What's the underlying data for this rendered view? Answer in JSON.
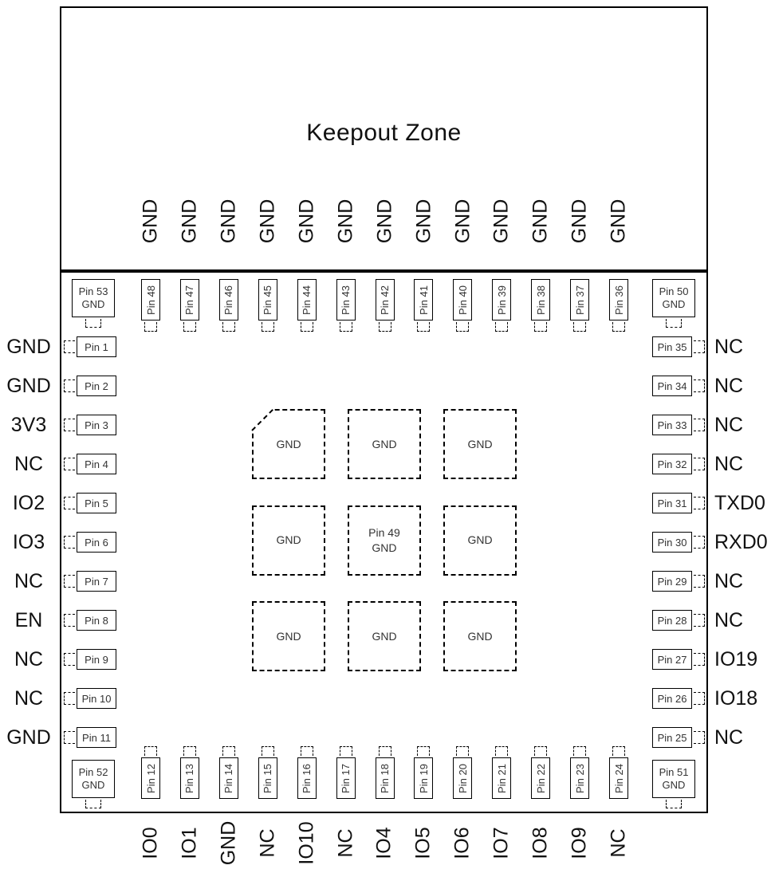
{
  "title": "Keepout Zone",
  "colors": {
    "line": "#000000",
    "label": "#111111",
    "pin": "#333333",
    "bg": "#ffffff"
  },
  "module": {
    "corner_pins": {
      "top_left": {
        "pin": "Pin 53",
        "net": "GND"
      },
      "top_right": {
        "pin": "Pin 50",
        "net": "GND"
      },
      "bottom_left": {
        "pin": "Pin 52",
        "net": "GND"
      },
      "bottom_right": {
        "pin": "Pin 51",
        "net": "GND"
      }
    },
    "top_row": [
      {
        "pin": "Pin 48",
        "net": "GND"
      },
      {
        "pin": "Pin 47",
        "net": "GND"
      },
      {
        "pin": "Pin 46",
        "net": "GND"
      },
      {
        "pin": "Pin 45",
        "net": "GND"
      },
      {
        "pin": "Pin 44",
        "net": "GND"
      },
      {
        "pin": "Pin 43",
        "net": "GND"
      },
      {
        "pin": "Pin 42",
        "net": "GND"
      },
      {
        "pin": "Pin 41",
        "net": "GND"
      },
      {
        "pin": "Pin 40",
        "net": "GND"
      },
      {
        "pin": "Pin 39",
        "net": "GND"
      },
      {
        "pin": "Pin 38",
        "net": "GND"
      },
      {
        "pin": "Pin 37",
        "net": "GND"
      },
      {
        "pin": "Pin 36",
        "net": "GND"
      }
    ],
    "bottom_row": [
      {
        "pin": "Pin 12",
        "net": "IO0"
      },
      {
        "pin": "Pin 13",
        "net": "IO1"
      },
      {
        "pin": "Pin 14",
        "net": "GND"
      },
      {
        "pin": "Pin 15",
        "net": "NC"
      },
      {
        "pin": "Pin 16",
        "net": "IO10"
      },
      {
        "pin": "Pin 17",
        "net": "NC"
      },
      {
        "pin": "Pin 18",
        "net": "IO4"
      },
      {
        "pin": "Pin 19",
        "net": "IO5"
      },
      {
        "pin": "Pin 20",
        "net": "IO6"
      },
      {
        "pin": "Pin 21",
        "net": "IO7"
      },
      {
        "pin": "Pin 22",
        "net": "IO8"
      },
      {
        "pin": "Pin 23",
        "net": "IO9"
      },
      {
        "pin": "Pin 24",
        "net": "NC"
      }
    ],
    "left_col": [
      {
        "pin": "Pin 1",
        "net": "GND"
      },
      {
        "pin": "Pin 2",
        "net": "GND"
      },
      {
        "pin": "Pin 3",
        "net": "3V3"
      },
      {
        "pin": "Pin 4",
        "net": "NC"
      },
      {
        "pin": "Pin 5",
        "net": "IO2"
      },
      {
        "pin": "Pin 6",
        "net": "IO3"
      },
      {
        "pin": "Pin 7",
        "net": "NC"
      },
      {
        "pin": "Pin 8",
        "net": "EN"
      },
      {
        "pin": "Pin 9",
        "net": "NC"
      },
      {
        "pin": "Pin 10",
        "net": "NC"
      },
      {
        "pin": "Pin 11",
        "net": "GND"
      }
    ],
    "right_col": [
      {
        "pin": "Pin 35",
        "net": "NC"
      },
      {
        "pin": "Pin 34",
        "net": "NC"
      },
      {
        "pin": "Pin 33",
        "net": "NC"
      },
      {
        "pin": "Pin 32",
        "net": "NC"
      },
      {
        "pin": "Pin 31",
        "net": "TXD0"
      },
      {
        "pin": "Pin 30",
        "net": "RXD0"
      },
      {
        "pin": "Pin 29",
        "net": "NC"
      },
      {
        "pin": "Pin 28",
        "net": "NC"
      },
      {
        "pin": "Pin 27",
        "net": "IO19"
      },
      {
        "pin": "Pin 26",
        "net": "IO18"
      },
      {
        "pin": "Pin 25",
        "net": "NC"
      }
    ],
    "center_pads": [
      {
        "pin": "",
        "net": "GND",
        "chamfer": true
      },
      {
        "pin": "",
        "net": "GND"
      },
      {
        "pin": "",
        "net": "GND"
      },
      {
        "pin": "",
        "net": "GND"
      },
      {
        "pin": "Pin 49",
        "net": "GND"
      },
      {
        "pin": "",
        "net": "GND"
      },
      {
        "pin": "",
        "net": "GND"
      },
      {
        "pin": "",
        "net": "GND"
      },
      {
        "pin": "",
        "net": "GND"
      }
    ]
  }
}
